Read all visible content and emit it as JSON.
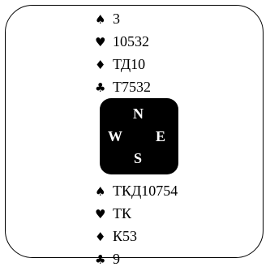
{
  "deal": {
    "north": {
      "spades": "3",
      "hearts": "10532",
      "diamonds": "ТД10",
      "clubs": "Т7532"
    },
    "south": {
      "spades": "ТКД10754",
      "hearts": "ТК",
      "diamonds": "К53",
      "clubs": "9"
    }
  },
  "suit_symbols": {
    "spades": "♠",
    "hearts": "♥",
    "diamonds": "♦",
    "clubs": "♣"
  },
  "compass": {
    "north": "N",
    "west": "W",
    "east": "E",
    "south": "S"
  }
}
